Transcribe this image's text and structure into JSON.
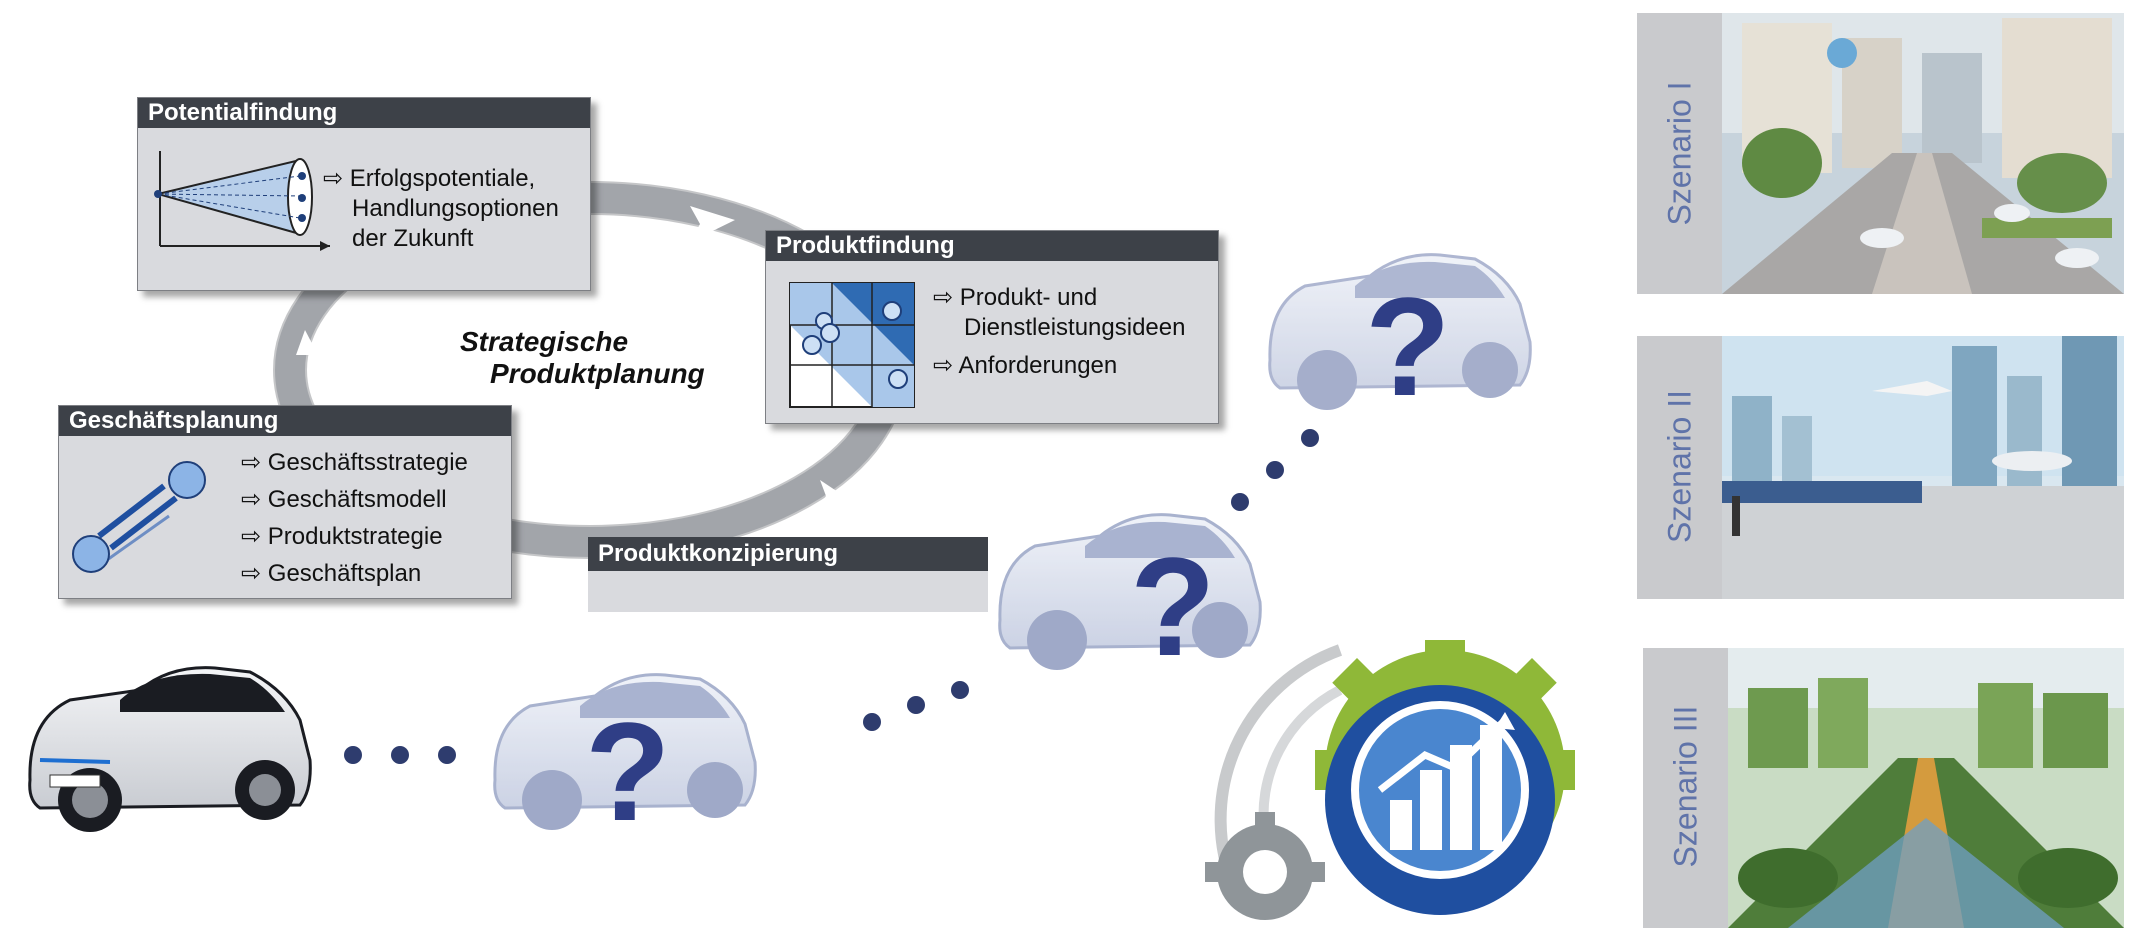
{
  "diagram": {
    "center_title_line1": "Strategische",
    "center_title_line2": "Produktplanung",
    "boxes": {
      "potentialfindung": {
        "title": "Potentialfindung",
        "items": [
          "⇨ Erfolgspotentiale,",
          "Handlungsoptionen",
          "der Zukunft"
        ]
      },
      "produktfindung": {
        "title": "Produktfindung",
        "items": [
          "⇨ Produkt- und",
          "Dienstleistungsideen",
          "⇨ Anforderungen"
        ]
      },
      "geschaeftsplanung": {
        "title": "Geschäftsplanung",
        "items": [
          "⇨ Geschäftsstrategie",
          "⇨ Geschäftsmodell",
          "⇨ Produktstrategie",
          "⇨ Geschäftsplan"
        ]
      },
      "produktkonzipierung": {
        "title": "Produktkonzipierung"
      }
    }
  },
  "scenarios": [
    {
      "label": "Szenario I"
    },
    {
      "label": "Szenario II"
    },
    {
      "label": "Szenario III"
    }
  ],
  "colors": {
    "box_fill": "#d9dade",
    "box_header": "#3d4148",
    "cycle_arrow": "#9a9da2",
    "dot": "#2e3c6e",
    "question_mark": "#2f3e86",
    "scenario_label": "#5f73a9",
    "scenario_band": "#c9cacd",
    "gear_green": "#8fb838",
    "gear_blue": "#1f4fa0",
    "gear_grey": "#8f9599"
  },
  "icons": [
    "cone-diagram-icon",
    "matrix-icon",
    "capsule-link-icon",
    "car-icon",
    "question-mark-icon",
    "gear-chart-icon",
    "small-gear-icon"
  ]
}
